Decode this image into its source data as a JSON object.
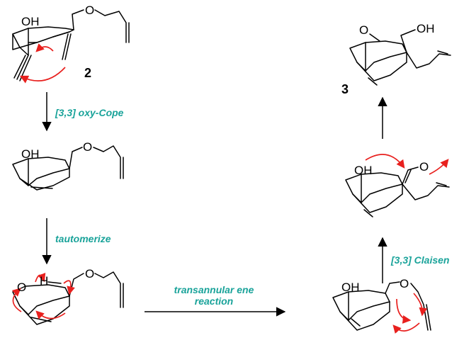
{
  "compounds": {
    "start": {
      "label": "2",
      "atoms": {
        "oh": "OH",
        "o": "O"
      }
    },
    "oxycope_product": {
      "atoms": {
        "oh": "OH",
        "o": "O"
      }
    },
    "enol": {
      "atoms": {
        "o": "O",
        "h": "H",
        "o2": "O"
      }
    },
    "claisen_substrate": {
      "atoms": {
        "oh": "OH",
        "o": "O"
      }
    },
    "aldehyde": {
      "atoms": {
        "oh": "OH",
        "o": "O"
      }
    },
    "product": {
      "label": "3",
      "atoms": {
        "o": "O",
        "oh": "OH"
      }
    }
  },
  "steps": {
    "oxy_cope": "[3,3] oxy-Cope",
    "tautomerize": "tautomerize",
    "ene_line1": "transannular ene",
    "ene_line2": "reaction",
    "claisen": "[3,3] Claisen"
  },
  "colors": {
    "arrow_push": "#e8201e",
    "step_label": "#1aa39a",
    "structure": "#000000"
  }
}
